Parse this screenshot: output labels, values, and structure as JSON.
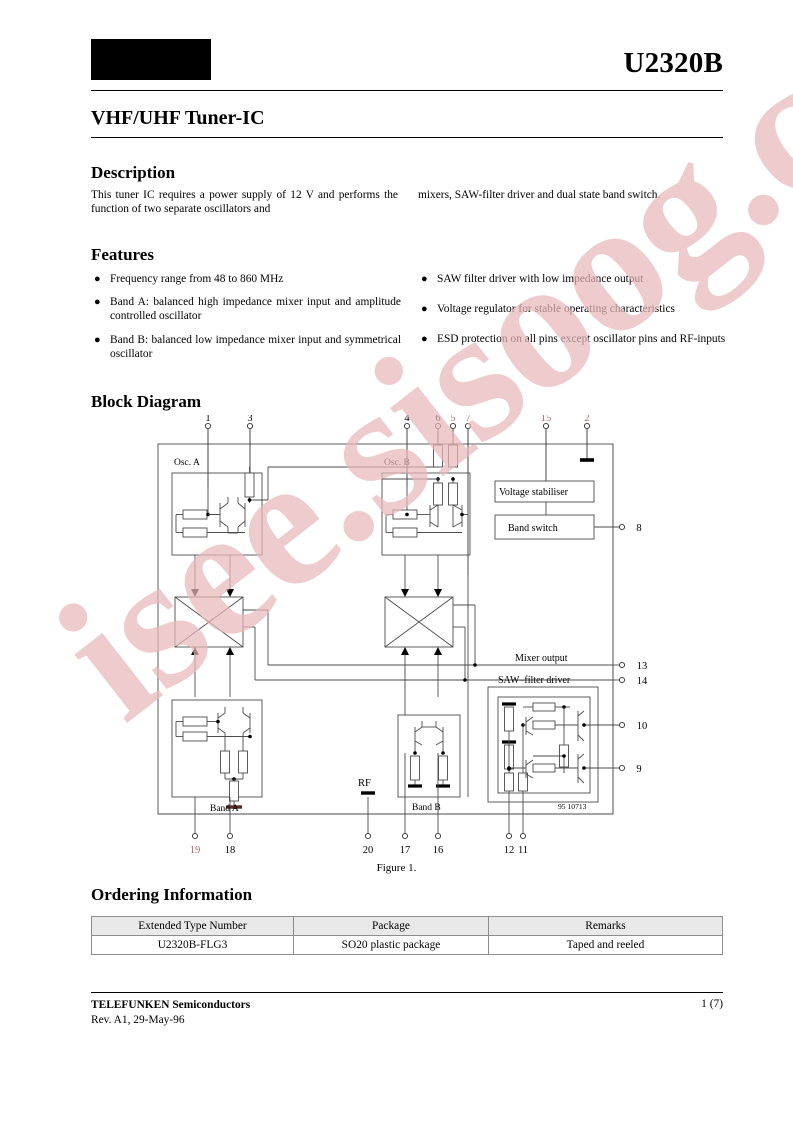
{
  "header": {
    "part_number": "U2320B",
    "logo": "telefunken-logo-block",
    "doc_title": "VHF/UHF Tuner-IC"
  },
  "description": {
    "heading": "Description",
    "col_left": "This tuner IC requires a power supply of 12 V and performs the function of two separate oscillators and",
    "col_right": "mixers, SAW-filter driver and dual state band switch."
  },
  "features": {
    "heading": "Features",
    "bullet_glyph": "●",
    "left": [
      "Frequency range from 48 to 860 MHz",
      "Band A: balanced high impedance mixer input and amplitude controlled oscillator",
      "Band B: balanced low impedance mixer input and symmetrical oscillator"
    ],
    "right": [
      "SAW filter driver with low impedance output",
      "Voltage regulator for stable operating characteristics",
      "ESD protection on all pins except oscillator pins and RF-inputs"
    ]
  },
  "block_diagram": {
    "heading": "Block Diagram",
    "figure_caption": "Figure 1.",
    "drawing_number": "95 10713",
    "labels": {
      "osc_a": "Osc. A",
      "osc_b": "Osc. B",
      "voltage_stabiliser": "Voltage stabiliser",
      "band_switch": "Band switch",
      "mixer_output": "Mixer output",
      "saw_filter_driver": "SAW–filter driver",
      "band_a": "Band A",
      "band_b": "Band B",
      "rf": "RF"
    },
    "pins_top": [
      "1",
      "3",
      "4",
      "6",
      "5",
      "7",
      "15",
      "2"
    ],
    "pins_right": [
      "8",
      "13",
      "14",
      "10",
      "9"
    ],
    "pins_bottom": [
      "19",
      "18",
      "20",
      "17",
      "16",
      "12",
      "11"
    ]
  },
  "ordering": {
    "heading": "Ordering Information",
    "columns": [
      "Extended Type Number",
      "Package",
      "Remarks"
    ],
    "rows": [
      [
        "U2320B-FLG3",
        "SO20 plastic package",
        "Taped and reeled"
      ]
    ]
  },
  "footer": {
    "company": "TELEFUNKEN Semiconductors",
    "revision": "Rev. A1, 29-May-96",
    "page": "1 (7)"
  },
  "watermark": {
    "text": "isee.sisoog.com",
    "color": "#e8b9bb"
  }
}
